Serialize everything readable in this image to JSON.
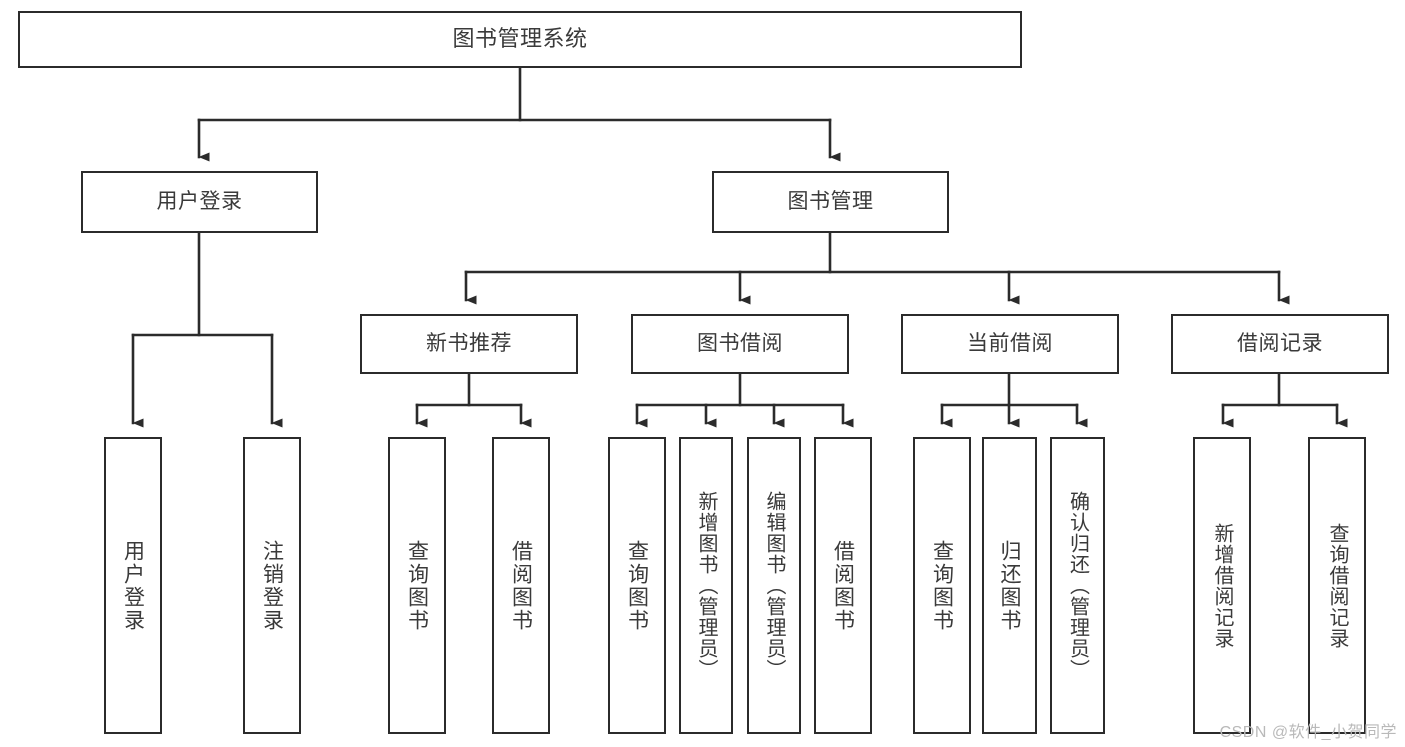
{
  "diagram": {
    "type": "tree-hierarchy-chart",
    "title": "图书管理系统",
    "root": {
      "id": "root",
      "label": "图书管理系统"
    },
    "level2": [
      {
        "id": "user-login",
        "label": "用户登录"
      },
      {
        "id": "book-management",
        "label": "图书管理"
      }
    ],
    "level3": [
      {
        "id": "new-book-recommend",
        "label": "新书推荐"
      },
      {
        "id": "book-borrow",
        "label": "图书借阅"
      },
      {
        "id": "current-borrow",
        "label": "当前借阅"
      },
      {
        "id": "borrow-record",
        "label": "借阅记录"
      }
    ],
    "leaves": [
      {
        "id": "leaf-user-login",
        "label": "用户登录",
        "parent": "user-login"
      },
      {
        "id": "leaf-logout-login",
        "label": "注销登录",
        "parent": "user-login"
      },
      {
        "id": "leaf-query-book-1",
        "label": "查询图书",
        "parent": "new-book-recommend"
      },
      {
        "id": "leaf-borrow-book-1",
        "label": "借阅图书",
        "parent": "new-book-recommend"
      },
      {
        "id": "leaf-query-book-2",
        "label": "查询图书",
        "parent": "book-borrow"
      },
      {
        "id": "leaf-add-book",
        "label": "新增图书（管理员）",
        "parent": "book-borrow"
      },
      {
        "id": "leaf-edit-book",
        "label": "编辑图书（管理员）",
        "parent": "book-borrow"
      },
      {
        "id": "leaf-borrow-book-2",
        "label": "借阅图书",
        "parent": "book-borrow"
      },
      {
        "id": "leaf-query-book-3",
        "label": "查询图书",
        "parent": "current-borrow"
      },
      {
        "id": "leaf-return-book",
        "label": "归还图书",
        "parent": "current-borrow"
      },
      {
        "id": "leaf-confirm-return",
        "label": "确认归还（管理员）",
        "parent": "current-borrow"
      },
      {
        "id": "leaf-add-record",
        "label": "新增借阅记录",
        "parent": "borrow-record"
      },
      {
        "id": "leaf-query-record",
        "label": "查询借阅记录",
        "parent": "borrow-record"
      }
    ],
    "colors": {
      "stroke": "#2b2b2b",
      "text": "#3a3a3a",
      "background": "#ffffff",
      "watermark": "#b9b9b9"
    }
  },
  "watermark": {
    "text": "CSDN @软件_小贺同学"
  }
}
